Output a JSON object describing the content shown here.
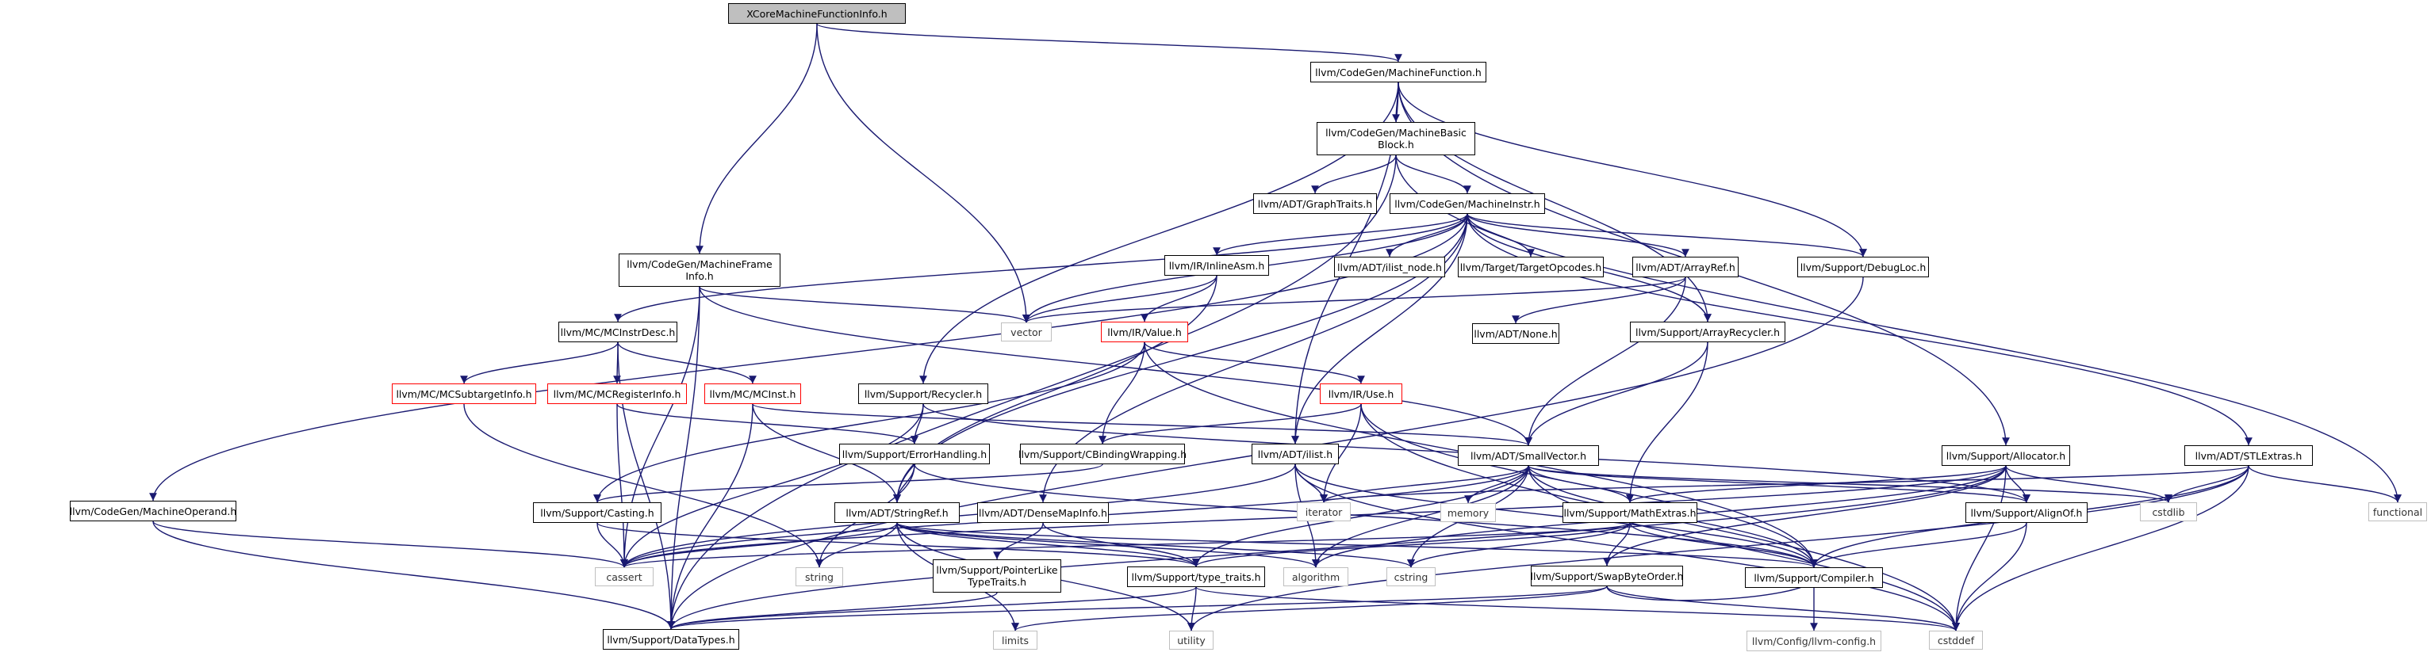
{
  "graph": {
    "edge_color": "#191970",
    "nodes": {
      "xcore": {
        "label": "XCoreMachineFunctionInfo.h",
        "style": "root"
      },
      "machinefunction": {
        "label": "llvm/CodeGen/MachineFunction.h",
        "style": "normal"
      },
      "mbb": {
        "label": "llvm/CodeGen/MachineBasic\nBlock.h",
        "style": "normal"
      },
      "graphtraits": {
        "label": "llvm/ADT/GraphTraits.h",
        "style": "normal"
      },
      "machineinstr": {
        "label": "llvm/CodeGen/MachineInstr.h",
        "style": "normal"
      },
      "mframe": {
        "label": "llvm/CodeGen/MachineFrame\nInfo.h",
        "style": "normal"
      },
      "inlineasm": {
        "label": "llvm/IR/InlineAsm.h",
        "style": "normal"
      },
      "ilistnode": {
        "label": "llvm/ADT/ilist_node.h",
        "style": "normal"
      },
      "targetopcodes": {
        "label": "llvm/Target/TargetOpcodes.h",
        "style": "normal"
      },
      "arrayref": {
        "label": "llvm/ADT/ArrayRef.h",
        "style": "normal"
      },
      "debugloc": {
        "label": "llvm/Support/DebugLoc.h",
        "style": "normal"
      },
      "vector": {
        "label": "vector",
        "style": "external"
      },
      "value": {
        "label": "llvm/IR/Value.h",
        "style": "red"
      },
      "none": {
        "label": "llvm/ADT/None.h",
        "style": "normal"
      },
      "arrayrecycler": {
        "label": "llvm/Support/ArrayRecycler.h",
        "style": "normal"
      },
      "mcinstrdesc": {
        "label": "llvm/MC/MCInstrDesc.h",
        "style": "normal"
      },
      "mcsubtarget": {
        "label": "llvm/MC/MCSubtargetInfo.h",
        "style": "red"
      },
      "mcregister": {
        "label": "llvm/MC/MCRegisterInfo.h",
        "style": "red"
      },
      "mcinst": {
        "label": "llvm/MC/MCInst.h",
        "style": "red"
      },
      "recycler": {
        "label": "llvm/Support/Recycler.h",
        "style": "normal"
      },
      "use": {
        "label": "llvm/IR/Use.h",
        "style": "red"
      },
      "errorhandling": {
        "label": "llvm/Support/ErrorHandling.h",
        "style": "normal"
      },
      "cbinding": {
        "label": "llvm/Support/CBindingWrapping.h",
        "style": "normal"
      },
      "ilist": {
        "label": "llvm/ADT/ilist.h",
        "style": "normal"
      },
      "smallvector": {
        "label": "llvm/ADT/SmallVector.h",
        "style": "normal"
      },
      "allocator": {
        "label": "llvm/Support/Allocator.h",
        "style": "normal"
      },
      "stlextras": {
        "label": "llvm/ADT/STLExtras.h",
        "style": "normal"
      },
      "machineoperand": {
        "label": "llvm/CodeGen/MachineOperand.h",
        "style": "normal"
      },
      "casting": {
        "label": "llvm/Support/Casting.h",
        "style": "normal"
      },
      "stringref": {
        "label": "llvm/ADT/StringRef.h",
        "style": "normal"
      },
      "densemapinfo": {
        "label": "llvm/ADT/DenseMapInfo.h",
        "style": "normal"
      },
      "iterator": {
        "label": "iterator",
        "style": "external"
      },
      "memory": {
        "label": "memory",
        "style": "external"
      },
      "mathextras": {
        "label": "llvm/Support/MathExtras.h",
        "style": "normal"
      },
      "alignof": {
        "label": "llvm/Support/AlignOf.h",
        "style": "normal"
      },
      "cstdlib": {
        "label": "cstdlib",
        "style": "external"
      },
      "functional": {
        "label": "functional",
        "style": "external"
      },
      "cassert": {
        "label": "cassert",
        "style": "external"
      },
      "string": {
        "label": "string",
        "style": "external"
      },
      "pointerlike": {
        "label": "llvm/Support/PointerLike\nTypeTraits.h",
        "style": "normal"
      },
      "typetraits": {
        "label": "llvm/Support/type_traits.h",
        "style": "normal"
      },
      "algorithm": {
        "label": "algorithm",
        "style": "external"
      },
      "cstring": {
        "label": "cstring",
        "style": "external"
      },
      "swapbyteorder": {
        "label": "llvm/Support/SwapByteOrder.h",
        "style": "normal"
      },
      "compiler": {
        "label": "llvm/Support/Compiler.h",
        "style": "normal"
      },
      "datatypes": {
        "label": "llvm/Support/DataTypes.h",
        "style": "normal"
      },
      "limits": {
        "label": "limits",
        "style": "external"
      },
      "utility": {
        "label": "utility",
        "style": "external"
      },
      "llvmconfig": {
        "label": "llvm/Config/llvm-config.h",
        "style": "external"
      },
      "cstddef": {
        "label": "cstddef",
        "style": "external"
      }
    },
    "edges": [
      [
        "xcore",
        "machinefunction"
      ],
      [
        "xcore",
        "mframe"
      ],
      [
        "xcore",
        "vector"
      ],
      [
        "machinefunction",
        "mbb"
      ],
      [
        "machinefunction",
        "ilist"
      ],
      [
        "machinefunction",
        "recycler"
      ],
      [
        "machinefunction",
        "arrayrecycler"
      ],
      [
        "machinefunction",
        "allocator"
      ],
      [
        "machinefunction",
        "debugloc"
      ],
      [
        "mbb",
        "graphtraits"
      ],
      [
        "mbb",
        "machineinstr"
      ],
      [
        "mbb",
        "functional"
      ],
      [
        "mbb",
        "datatypes"
      ],
      [
        "machineinstr",
        "machineoperand"
      ],
      [
        "machineinstr",
        "mcinstrdesc"
      ],
      [
        "machineinstr",
        "vector"
      ],
      [
        "machineinstr",
        "inlineasm"
      ],
      [
        "machineinstr",
        "ilist"
      ],
      [
        "machineinstr",
        "ilistnode"
      ],
      [
        "machineinstr",
        "targetopcodes"
      ],
      [
        "machineinstr",
        "arrayref"
      ],
      [
        "machineinstr",
        "arrayrecycler"
      ],
      [
        "machineinstr",
        "debugloc"
      ],
      [
        "machineinstr",
        "stlextras"
      ],
      [
        "machineinstr",
        "densemapinfo"
      ],
      [
        "machineinstr",
        "stringref"
      ],
      [
        "mframe",
        "vector"
      ],
      [
        "mframe",
        "cassert"
      ],
      [
        "mframe",
        "datatypes"
      ],
      [
        "mframe",
        "smallvector"
      ],
      [
        "inlineasm",
        "vector"
      ],
      [
        "inlineasm",
        "value"
      ],
      [
        "inlineasm",
        "stringref"
      ],
      [
        "arrayref",
        "vector"
      ],
      [
        "arrayref",
        "none"
      ],
      [
        "arrayref",
        "smallvector"
      ],
      [
        "debugloc",
        "datatypes"
      ],
      [
        "value",
        "use"
      ],
      [
        "value",
        "cbinding"
      ],
      [
        "value",
        "casting"
      ],
      [
        "value",
        "compiler"
      ],
      [
        "arrayrecycler",
        "smallvector"
      ],
      [
        "arrayrecycler",
        "mathextras"
      ],
      [
        "mcinstrdesc",
        "mcsubtarget"
      ],
      [
        "mcinstrdesc",
        "mcregister"
      ],
      [
        "mcinstrdesc",
        "mcinst"
      ],
      [
        "mcinstrdesc",
        "datatypes"
      ],
      [
        "mcsubtarget",
        "string"
      ],
      [
        "mcregister",
        "errorhandling"
      ],
      [
        "mcregister",
        "cassert"
      ],
      [
        "mcinst",
        "smallvector"
      ],
      [
        "mcinst",
        "stringref"
      ],
      [
        "mcinst",
        "datatypes"
      ],
      [
        "recycler",
        "errorhandling"
      ],
      [
        "recycler",
        "alignof"
      ],
      [
        "recycler",
        "cassert"
      ],
      [
        "use",
        "cbinding"
      ],
      [
        "use",
        "compiler"
      ],
      [
        "use",
        "iterator"
      ],
      [
        "use",
        "cstddef"
      ],
      [
        "errorhandling",
        "compiler"
      ],
      [
        "errorhandling",
        "string"
      ],
      [
        "errorhandling",
        "stringref"
      ],
      [
        "cbinding",
        "casting"
      ],
      [
        "ilist",
        "iterator"
      ],
      [
        "ilist",
        "algorithm"
      ],
      [
        "ilist",
        "cassert"
      ],
      [
        "ilist",
        "compiler"
      ],
      [
        "ilist",
        "cstddef"
      ],
      [
        "smallvector",
        "alignof"
      ],
      [
        "smallvector",
        "compiler"
      ],
      [
        "smallvector",
        "mathextras"
      ],
      [
        "smallvector",
        "typetraits"
      ],
      [
        "smallvector",
        "algorithm"
      ],
      [
        "smallvector",
        "cassert"
      ],
      [
        "smallvector",
        "cstddef"
      ],
      [
        "smallvector",
        "cstdlib"
      ],
      [
        "smallvector",
        "cstring"
      ],
      [
        "smallvector",
        "iterator"
      ],
      [
        "smallvector",
        "memory"
      ],
      [
        "allocator",
        "alignof"
      ],
      [
        "allocator",
        "datatypes"
      ],
      [
        "allocator",
        "mathextras"
      ],
      [
        "allocator",
        "swapbyteorder"
      ],
      [
        "allocator",
        "algorithm"
      ],
      [
        "allocator",
        "cassert"
      ],
      [
        "allocator",
        "cstddef"
      ],
      [
        "allocator",
        "cstdlib"
      ],
      [
        "stlextras",
        "compiler"
      ],
      [
        "stlextras",
        "cstddef"
      ],
      [
        "stlextras",
        "cstdlib"
      ],
      [
        "stlextras",
        "functional"
      ],
      [
        "stlextras",
        "iterator"
      ],
      [
        "stlextras",
        "utility"
      ],
      [
        "machineoperand",
        "datatypes"
      ],
      [
        "machineoperand",
        "cassert"
      ],
      [
        "casting",
        "typetraits"
      ],
      [
        "casting",
        "cassert"
      ],
      [
        "stringref",
        "compiler"
      ],
      [
        "stringref",
        "algorithm"
      ],
      [
        "stringref",
        "cassert"
      ],
      [
        "stringref",
        "cstring"
      ],
      [
        "stringref",
        "limits"
      ],
      [
        "stringref",
        "string"
      ],
      [
        "stringref",
        "utility"
      ],
      [
        "stringref",
        "typetraits"
      ],
      [
        "densemapinfo",
        "pointerlike"
      ],
      [
        "densemapinfo",
        "typetraits"
      ],
      [
        "mathextras",
        "compiler"
      ],
      [
        "mathextras",
        "swapbyteorder"
      ],
      [
        "mathextras",
        "typetraits"
      ],
      [
        "mathextras",
        "cassert"
      ],
      [
        "mathextras",
        "cstring"
      ],
      [
        "alignof",
        "compiler"
      ],
      [
        "alignof",
        "cstddef"
      ],
      [
        "pointerlike",
        "datatypes"
      ],
      [
        "typetraits",
        "datatypes"
      ],
      [
        "typetraits",
        "utility"
      ],
      [
        "typetraits",
        "cstddef"
      ],
      [
        "swapbyteorder",
        "compiler"
      ],
      [
        "swapbyteorder",
        "datatypes"
      ],
      [
        "swapbyteorder",
        "cstddef"
      ],
      [
        "swapbyteorder",
        "limits"
      ],
      [
        "compiler",
        "llvmconfig"
      ]
    ]
  }
}
